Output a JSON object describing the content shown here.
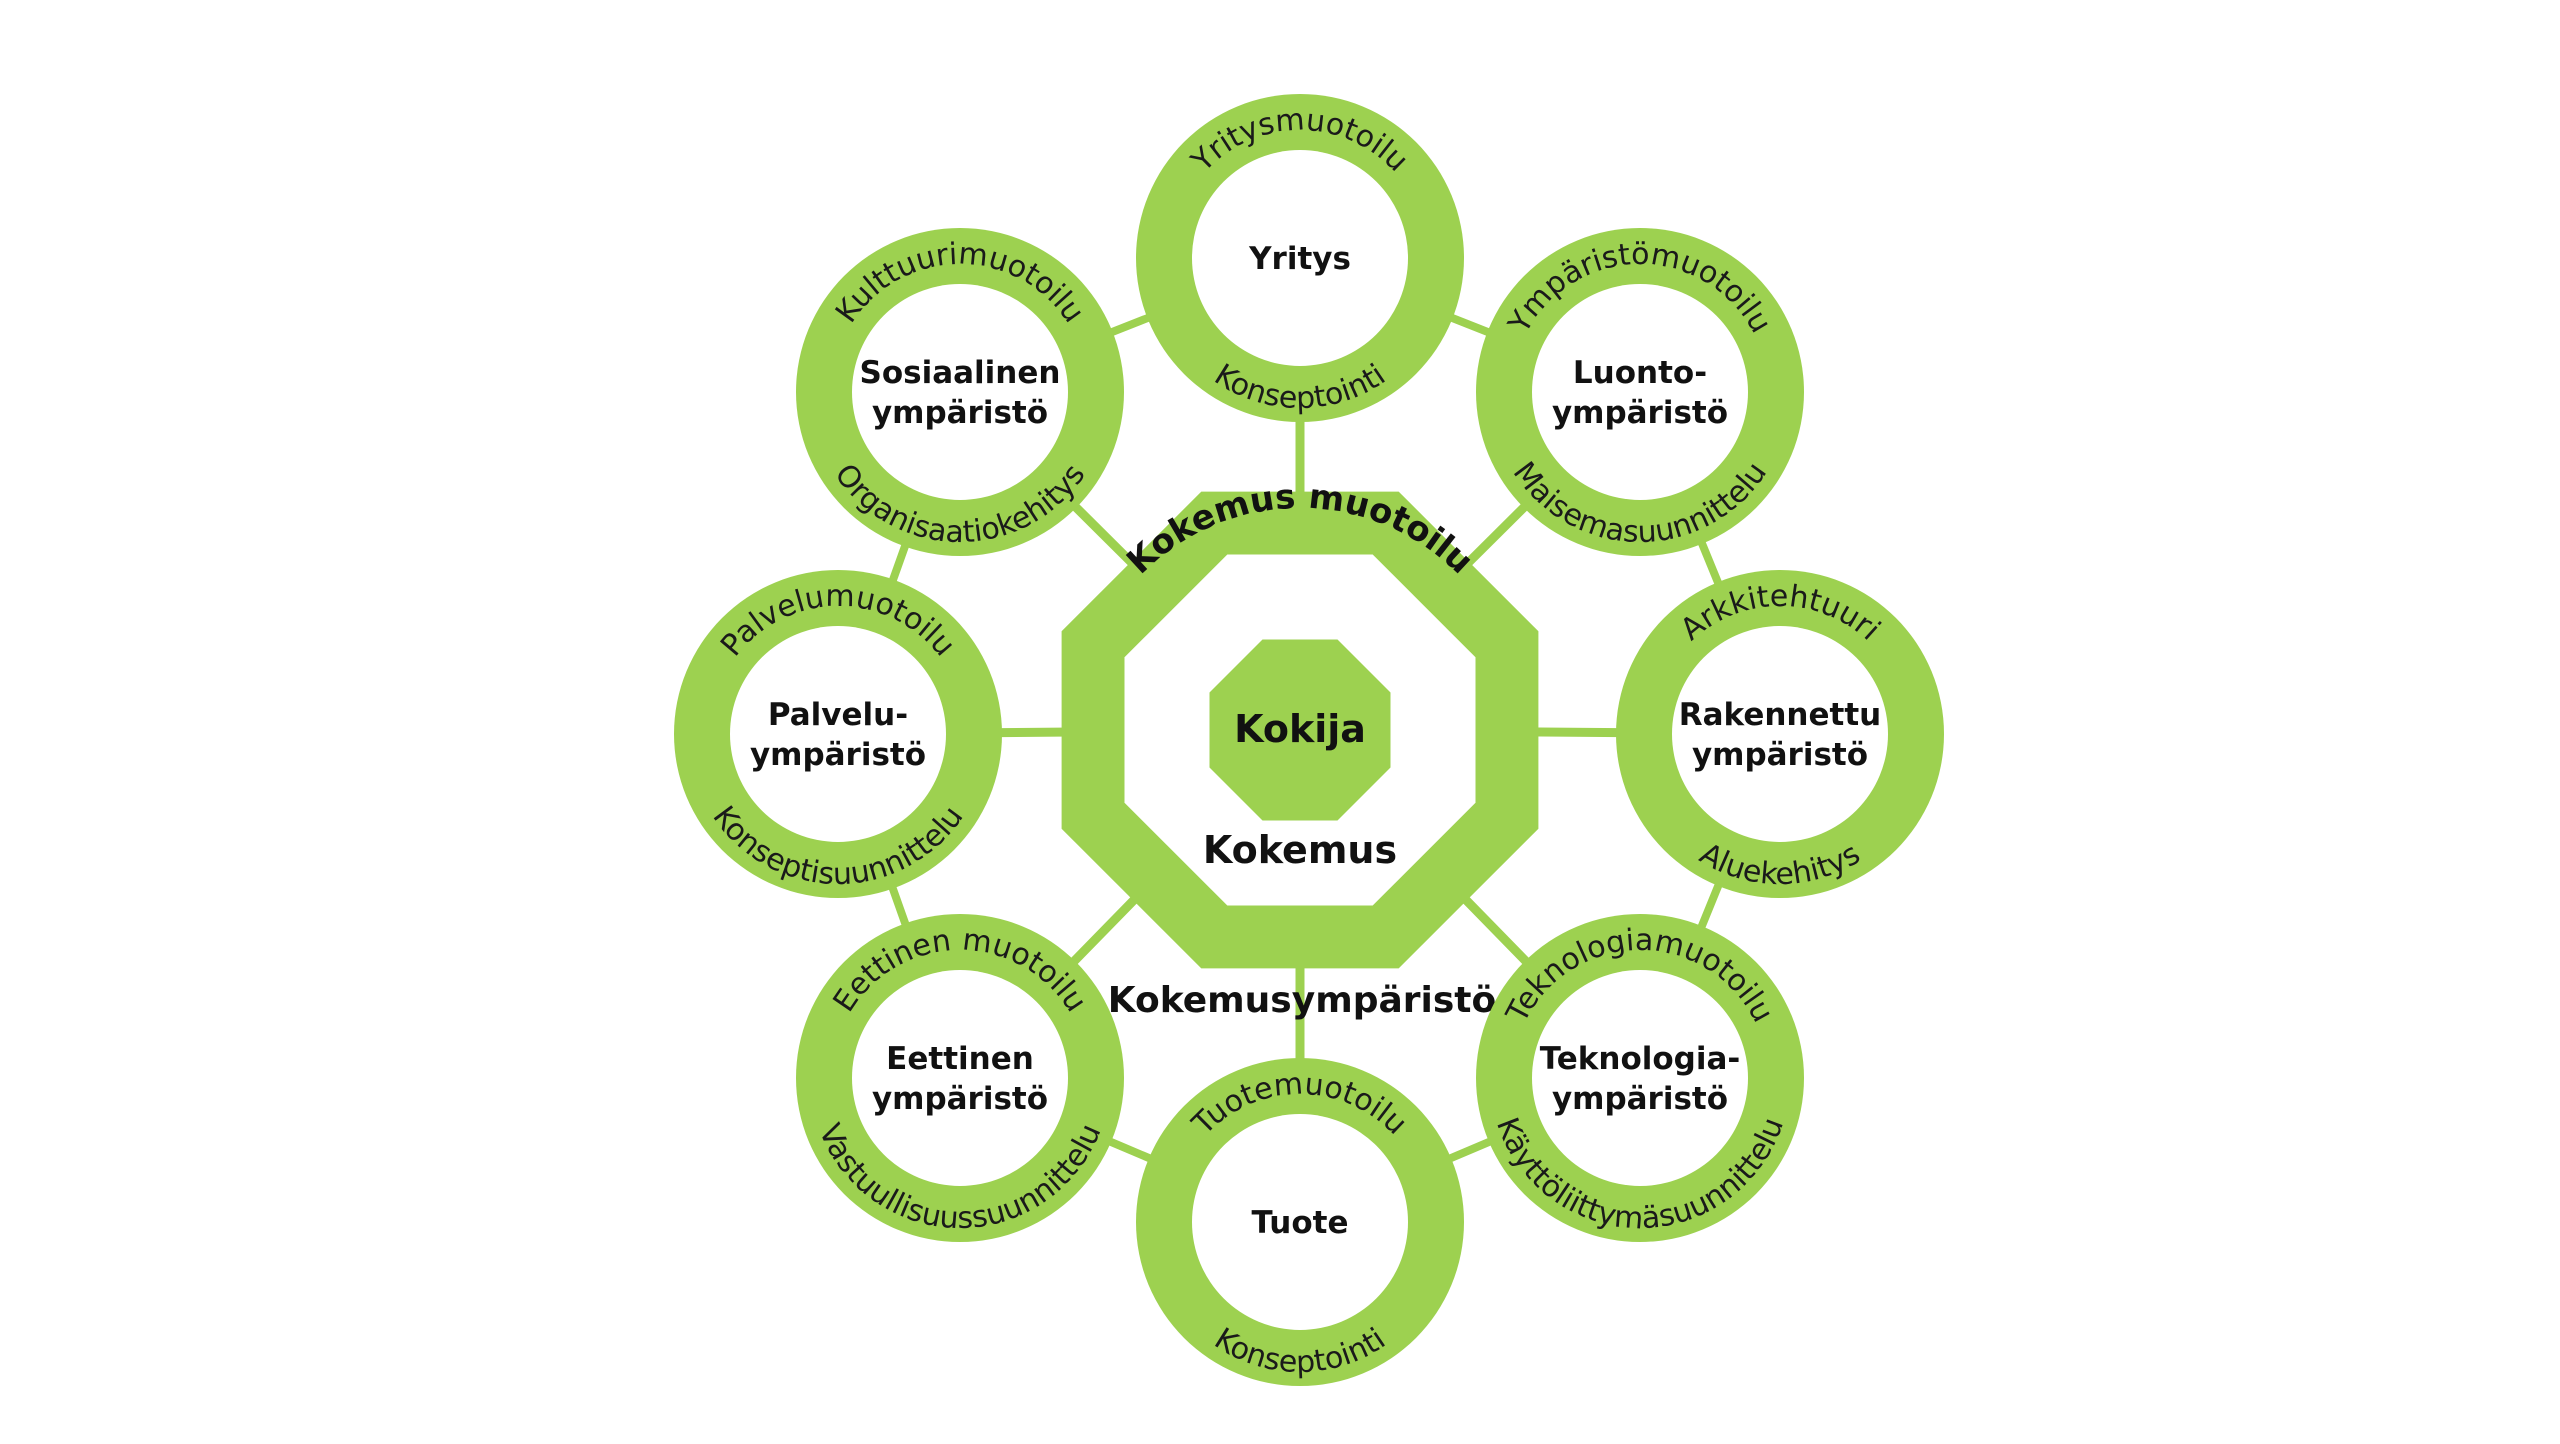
{
  "colors": {
    "green": "#9dd150",
    "white": "#ffffff",
    "text": "#111111"
  },
  "center": {
    "core": "Kokija",
    "ring_top": "Kokemus muotoilu",
    "ring_inner": "Kokemus",
    "environment": "Kokemusympäristö"
  },
  "nodes": [
    {
      "id": "yritys",
      "lines": [
        "Yritys"
      ],
      "top": "Yritysmuotoilu",
      "bottom": "Konseptointi"
    },
    {
      "id": "luonto",
      "lines": [
        "Luonto-",
        "ympäristö"
      ],
      "top": "Ympäristömuotoilu",
      "bottom": "Maisemasuunnittelu"
    },
    {
      "id": "rakennettu",
      "lines": [
        "Rakennettu",
        "ympäristö"
      ],
      "top": "Arkkitehtuuri",
      "bottom": "Aluekehitys"
    },
    {
      "id": "teknologia",
      "lines": [
        "Teknologia-",
        "ympäristö"
      ],
      "top": "Teknologiamuotoilu",
      "bottom": "Käyttöliittymäsuunnittelu"
    },
    {
      "id": "tuote",
      "lines": [
        "Tuote"
      ],
      "top": "Tuotemuotoilu",
      "bottom": "Konseptointi"
    },
    {
      "id": "eettinen",
      "lines": [
        "Eettinen",
        "ympäristö"
      ],
      "top": "Eettinen muotoilu",
      "bottom": "Vastuullisuussuunnittelu"
    },
    {
      "id": "palvelu",
      "lines": [
        "Palvelu-",
        "ympäristö"
      ],
      "top": "Palvelumuotoilu",
      "bottom": "Konseptisuunnittelu"
    },
    {
      "id": "sosiaalinen",
      "lines": [
        "Sosiaalinen",
        "ympäristö"
      ],
      "top": "Kulttuurimuotoilu",
      "bottom": "Organisaatiokehitys"
    }
  ]
}
